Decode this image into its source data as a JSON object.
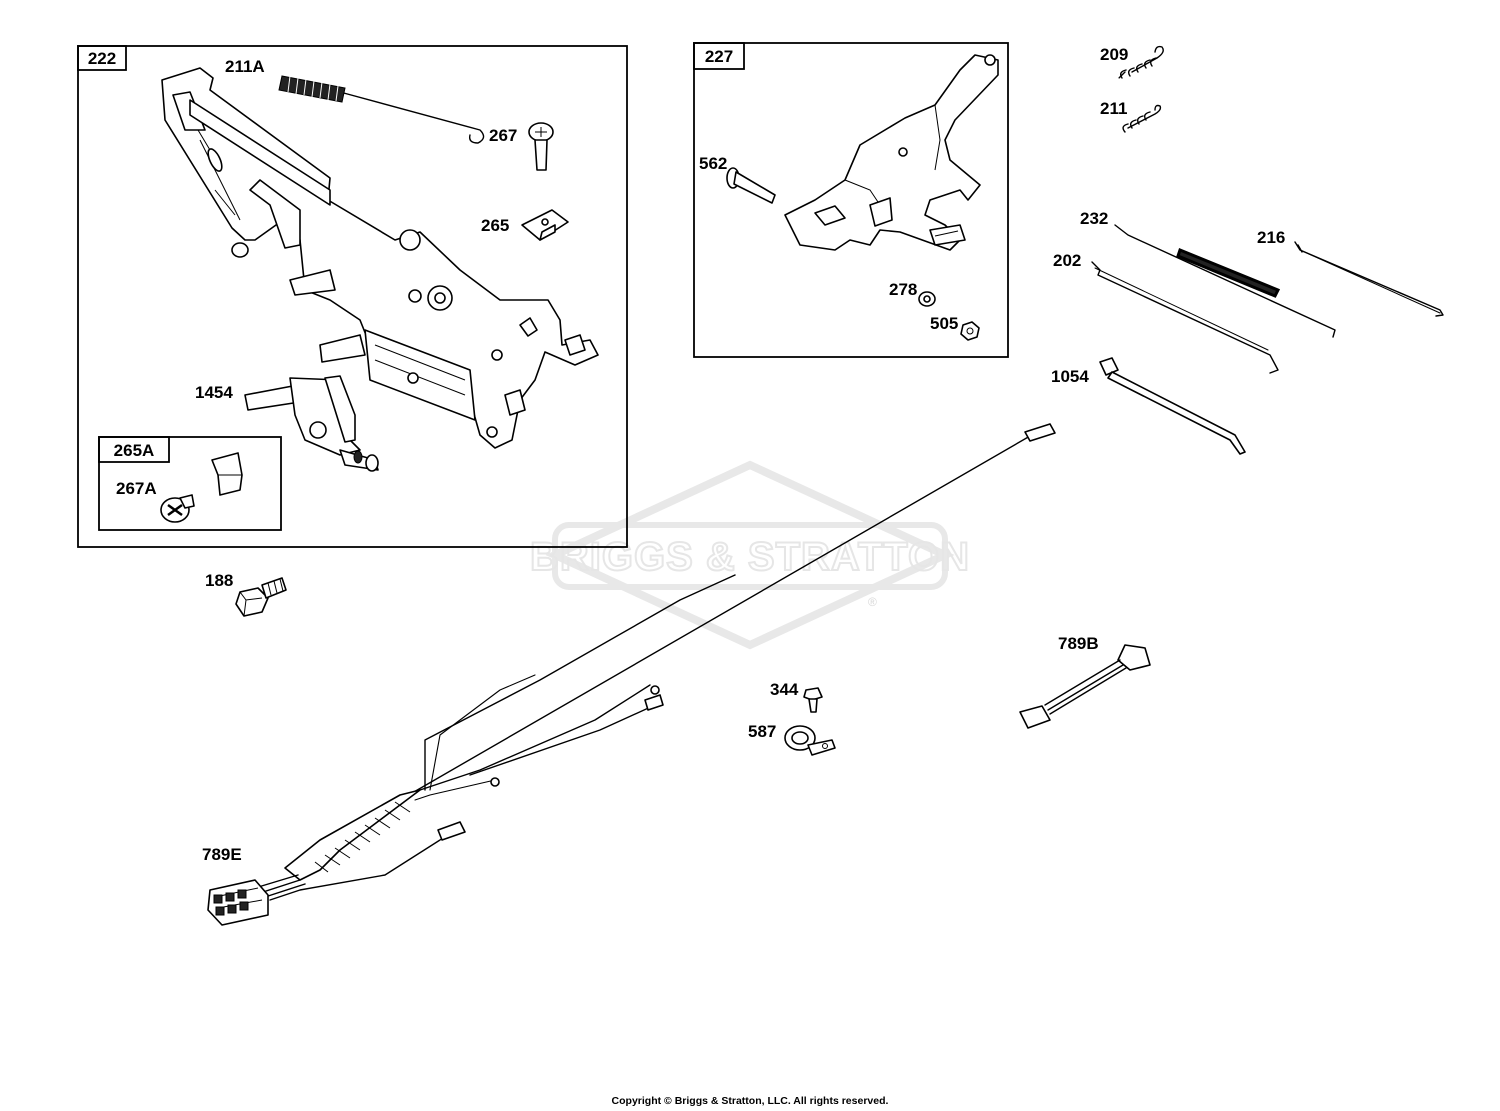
{
  "watermark": {
    "brand_text": "BRIGGS & STRATTON",
    "registered_mark": "®"
  },
  "boxes": {
    "box_222": "222",
    "box_227": "227",
    "box_265A": "265A"
  },
  "labels": {
    "p211A": "211A",
    "p267": "267",
    "p265": "265",
    "p1454": "1454",
    "p267A": "267A",
    "p562": "562",
    "p278": "278",
    "p505": "505",
    "p209": "209",
    "p211": "211",
    "p232": "232",
    "p216": "216",
    "p202": "202",
    "p1054": "1054",
    "p188": "188",
    "p344": "344",
    "p587": "587",
    "p789B": "789B",
    "p789E": "789E"
  },
  "footer": {
    "copyright": "Copyright © Briggs & Stratton, LLC. All rights reserved."
  }
}
